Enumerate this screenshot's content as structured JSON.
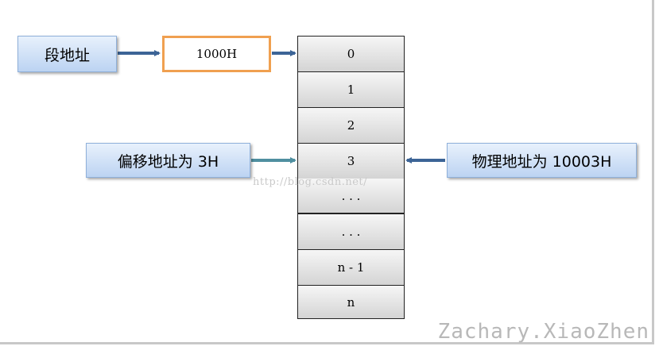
{
  "segment_label": "段地址",
  "segment_value": "1000H",
  "offset_label": "偏移地址为 3H",
  "physical_label": "物理地址为 10003H",
  "cells": [
    "0",
    "1",
    "2",
    "3",
    ". . .",
    ". . .",
    "n - 1",
    "n"
  ],
  "watermark": "http://blog.csdn.net/",
  "signature": "Zachary.XiaoZhen",
  "colors": {
    "blue_box": "#bcd3f2",
    "orange_border": "#f0a050",
    "arrow_blue": "#3c6496",
    "arrow_teal": "#4f8fa0"
  }
}
